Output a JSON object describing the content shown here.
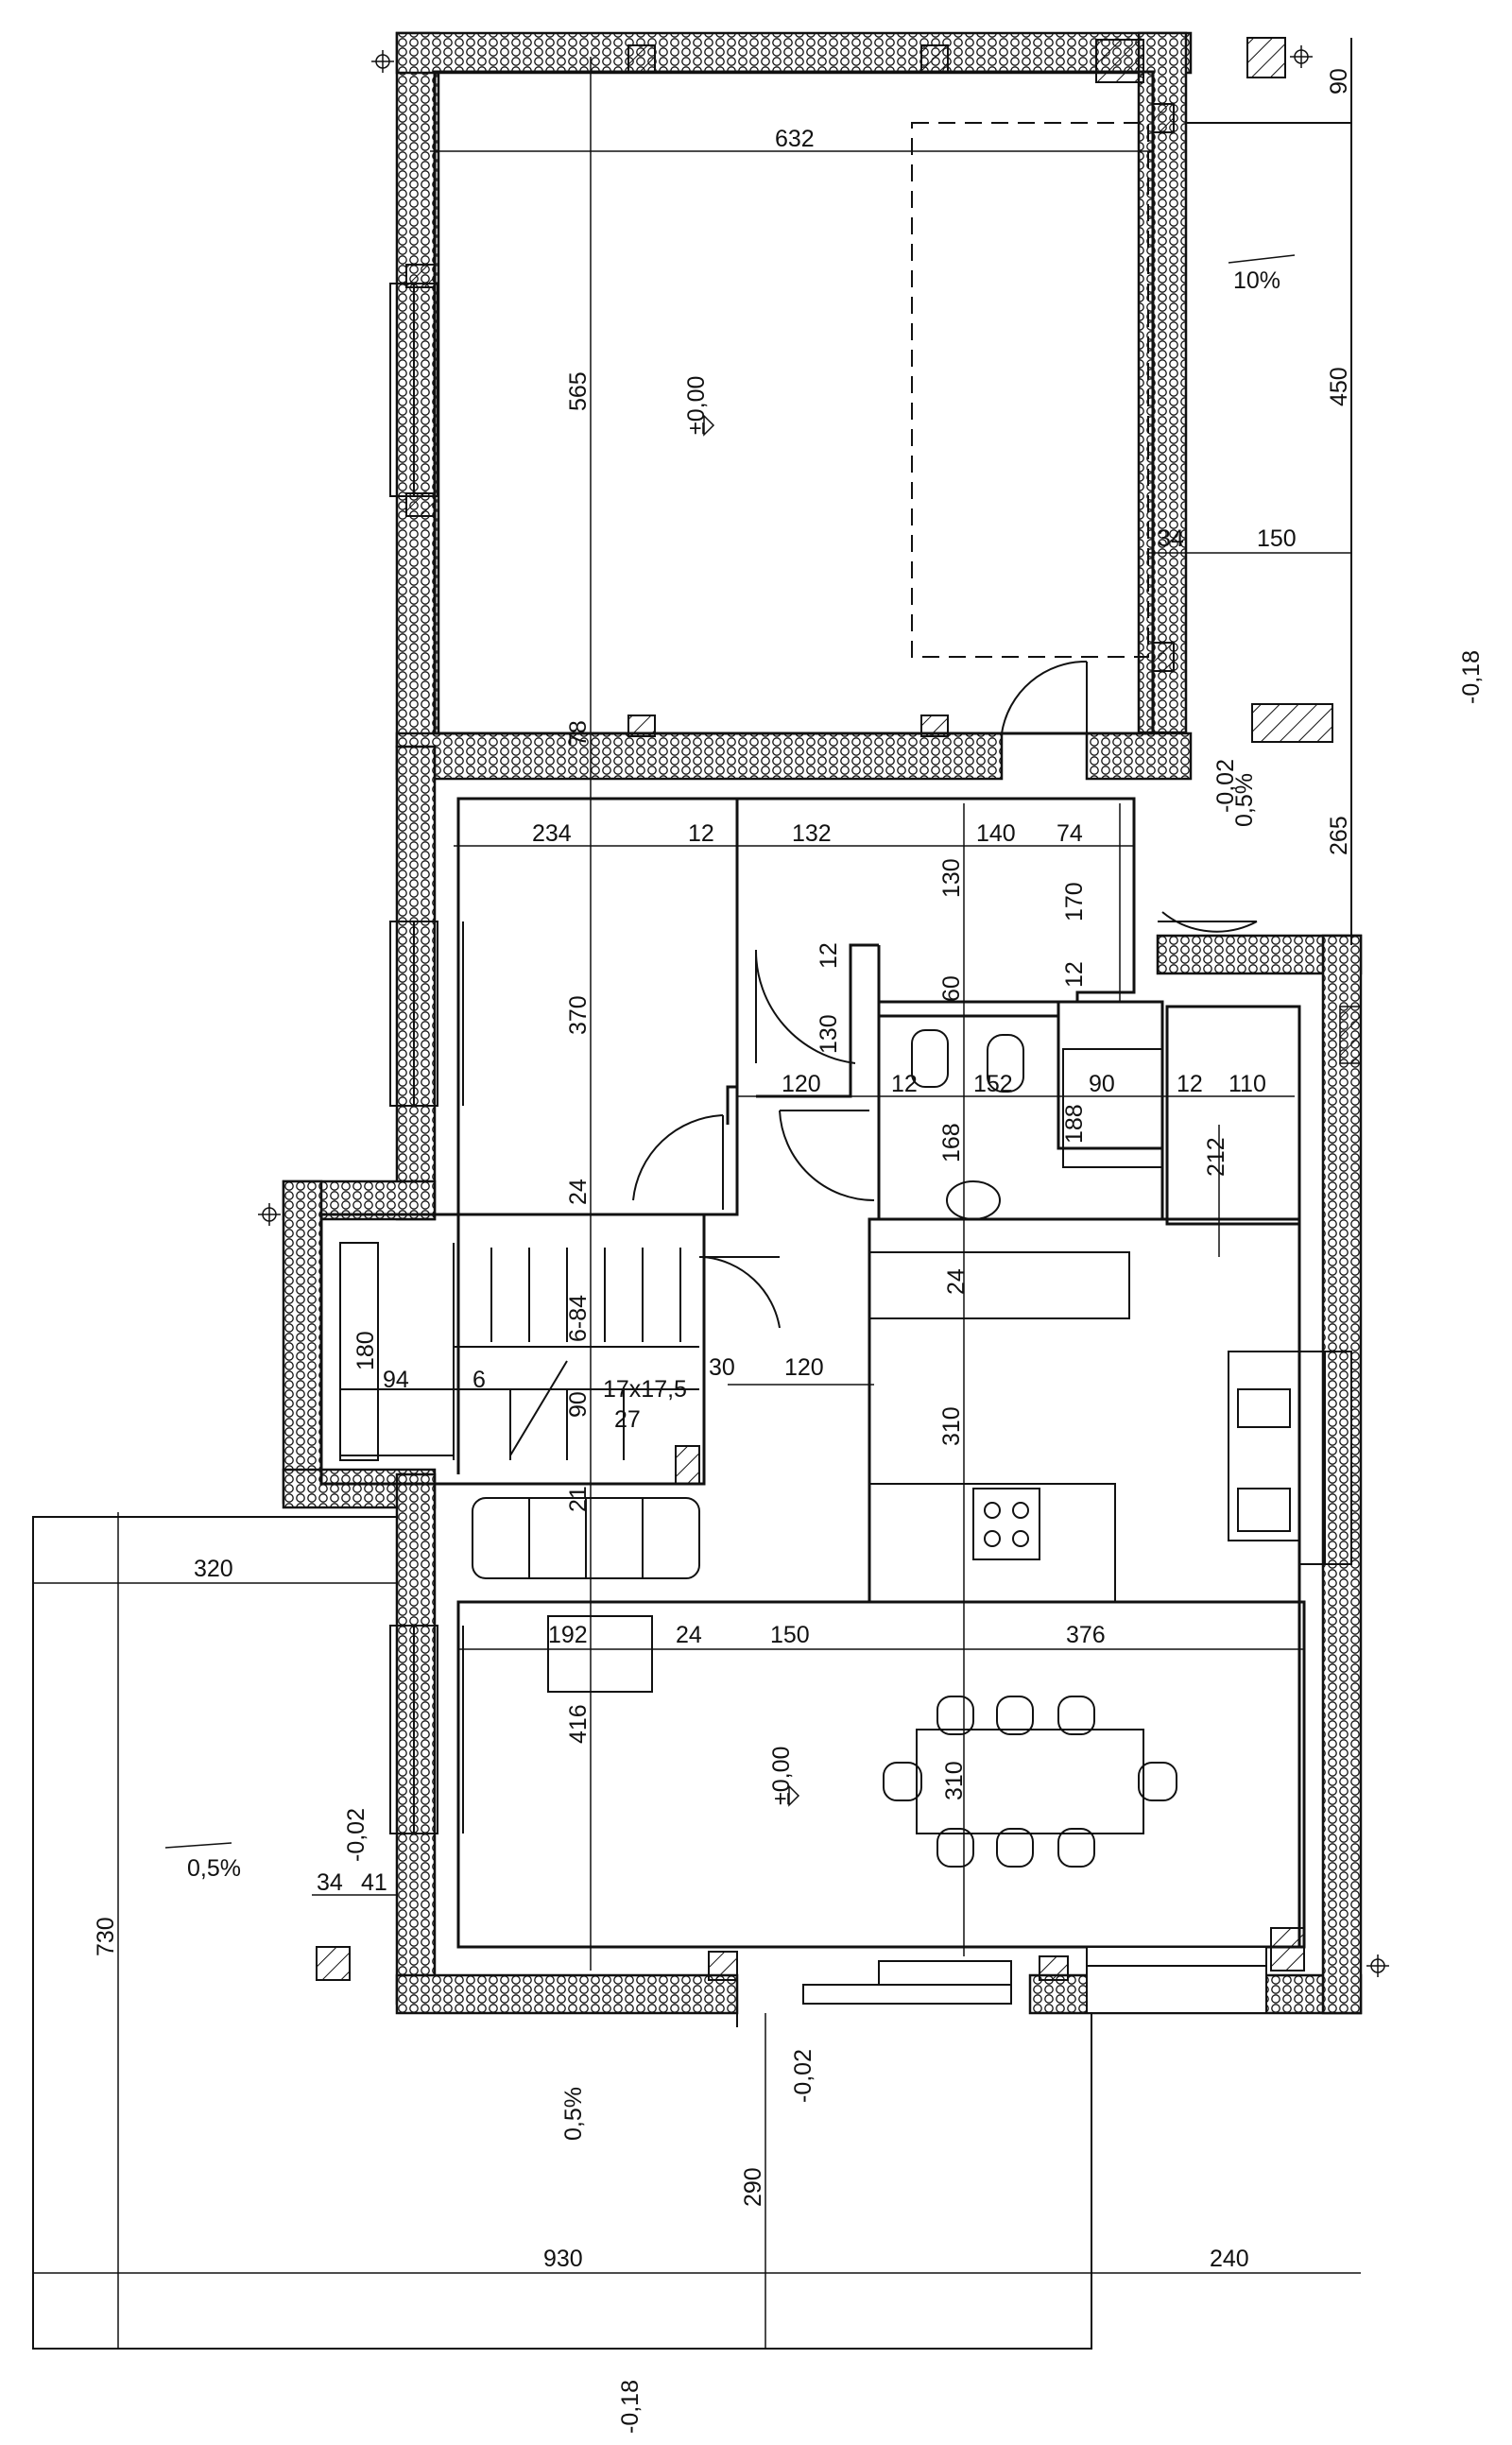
{
  "drawing": {
    "dimensions": {
      "d90": "90",
      "d632": "632",
      "d450": "450",
      "d565": "565",
      "d34a": "34",
      "d150a": "150",
      "d234": "234",
      "d12a": "12",
      "d132": "132",
      "d140": "140",
      "d74": "74",
      "d130a": "130",
      "d170": "170",
      "d265": "265",
      "d370": "370",
      "d60": "60",
      "d12b": "12",
      "d12c": "12",
      "d130b": "130",
      "d120a": "120",
      "d12d": "12",
      "d152": "152",
      "d90b": "90",
      "d12e": "12",
      "d110": "110",
      "d188": "188",
      "d212": "212",
      "d168": "168",
      "d24a": "24",
      "d24b": "24",
      "d6_84": "6-84",
      "d180": "180",
      "d94": "94",
      "d6": "6",
      "d90c": "90",
      "d30": "30",
      "d120b": "120",
      "d310a": "310",
      "d27": "27",
      "d21": "21",
      "d320": "320",
      "d192": "192",
      "d24c": "24",
      "d150b": "150",
      "d376": "376",
      "d416": "416",
      "d310b": "310",
      "d34b": "34",
      "d41": "41",
      "d730": "730",
      "d290": "290",
      "d930": "930",
      "d240": "240",
      "d78": "78"
    },
    "stair_label": "17x17,5",
    "levels": {
      "garage": "±0,00",
      "living": "±0,00",
      "outside_right": "-0,18",
      "outside_bottom": "-0,18",
      "entry": "-0,02",
      "terrace_left": "-0,02",
      "terrace_bottom": "-0,02"
    },
    "slopes": {
      "driveway": "10%",
      "path": "0,5%",
      "terrace_left": "0,5%",
      "terrace_bottom": "0,5%"
    }
  }
}
